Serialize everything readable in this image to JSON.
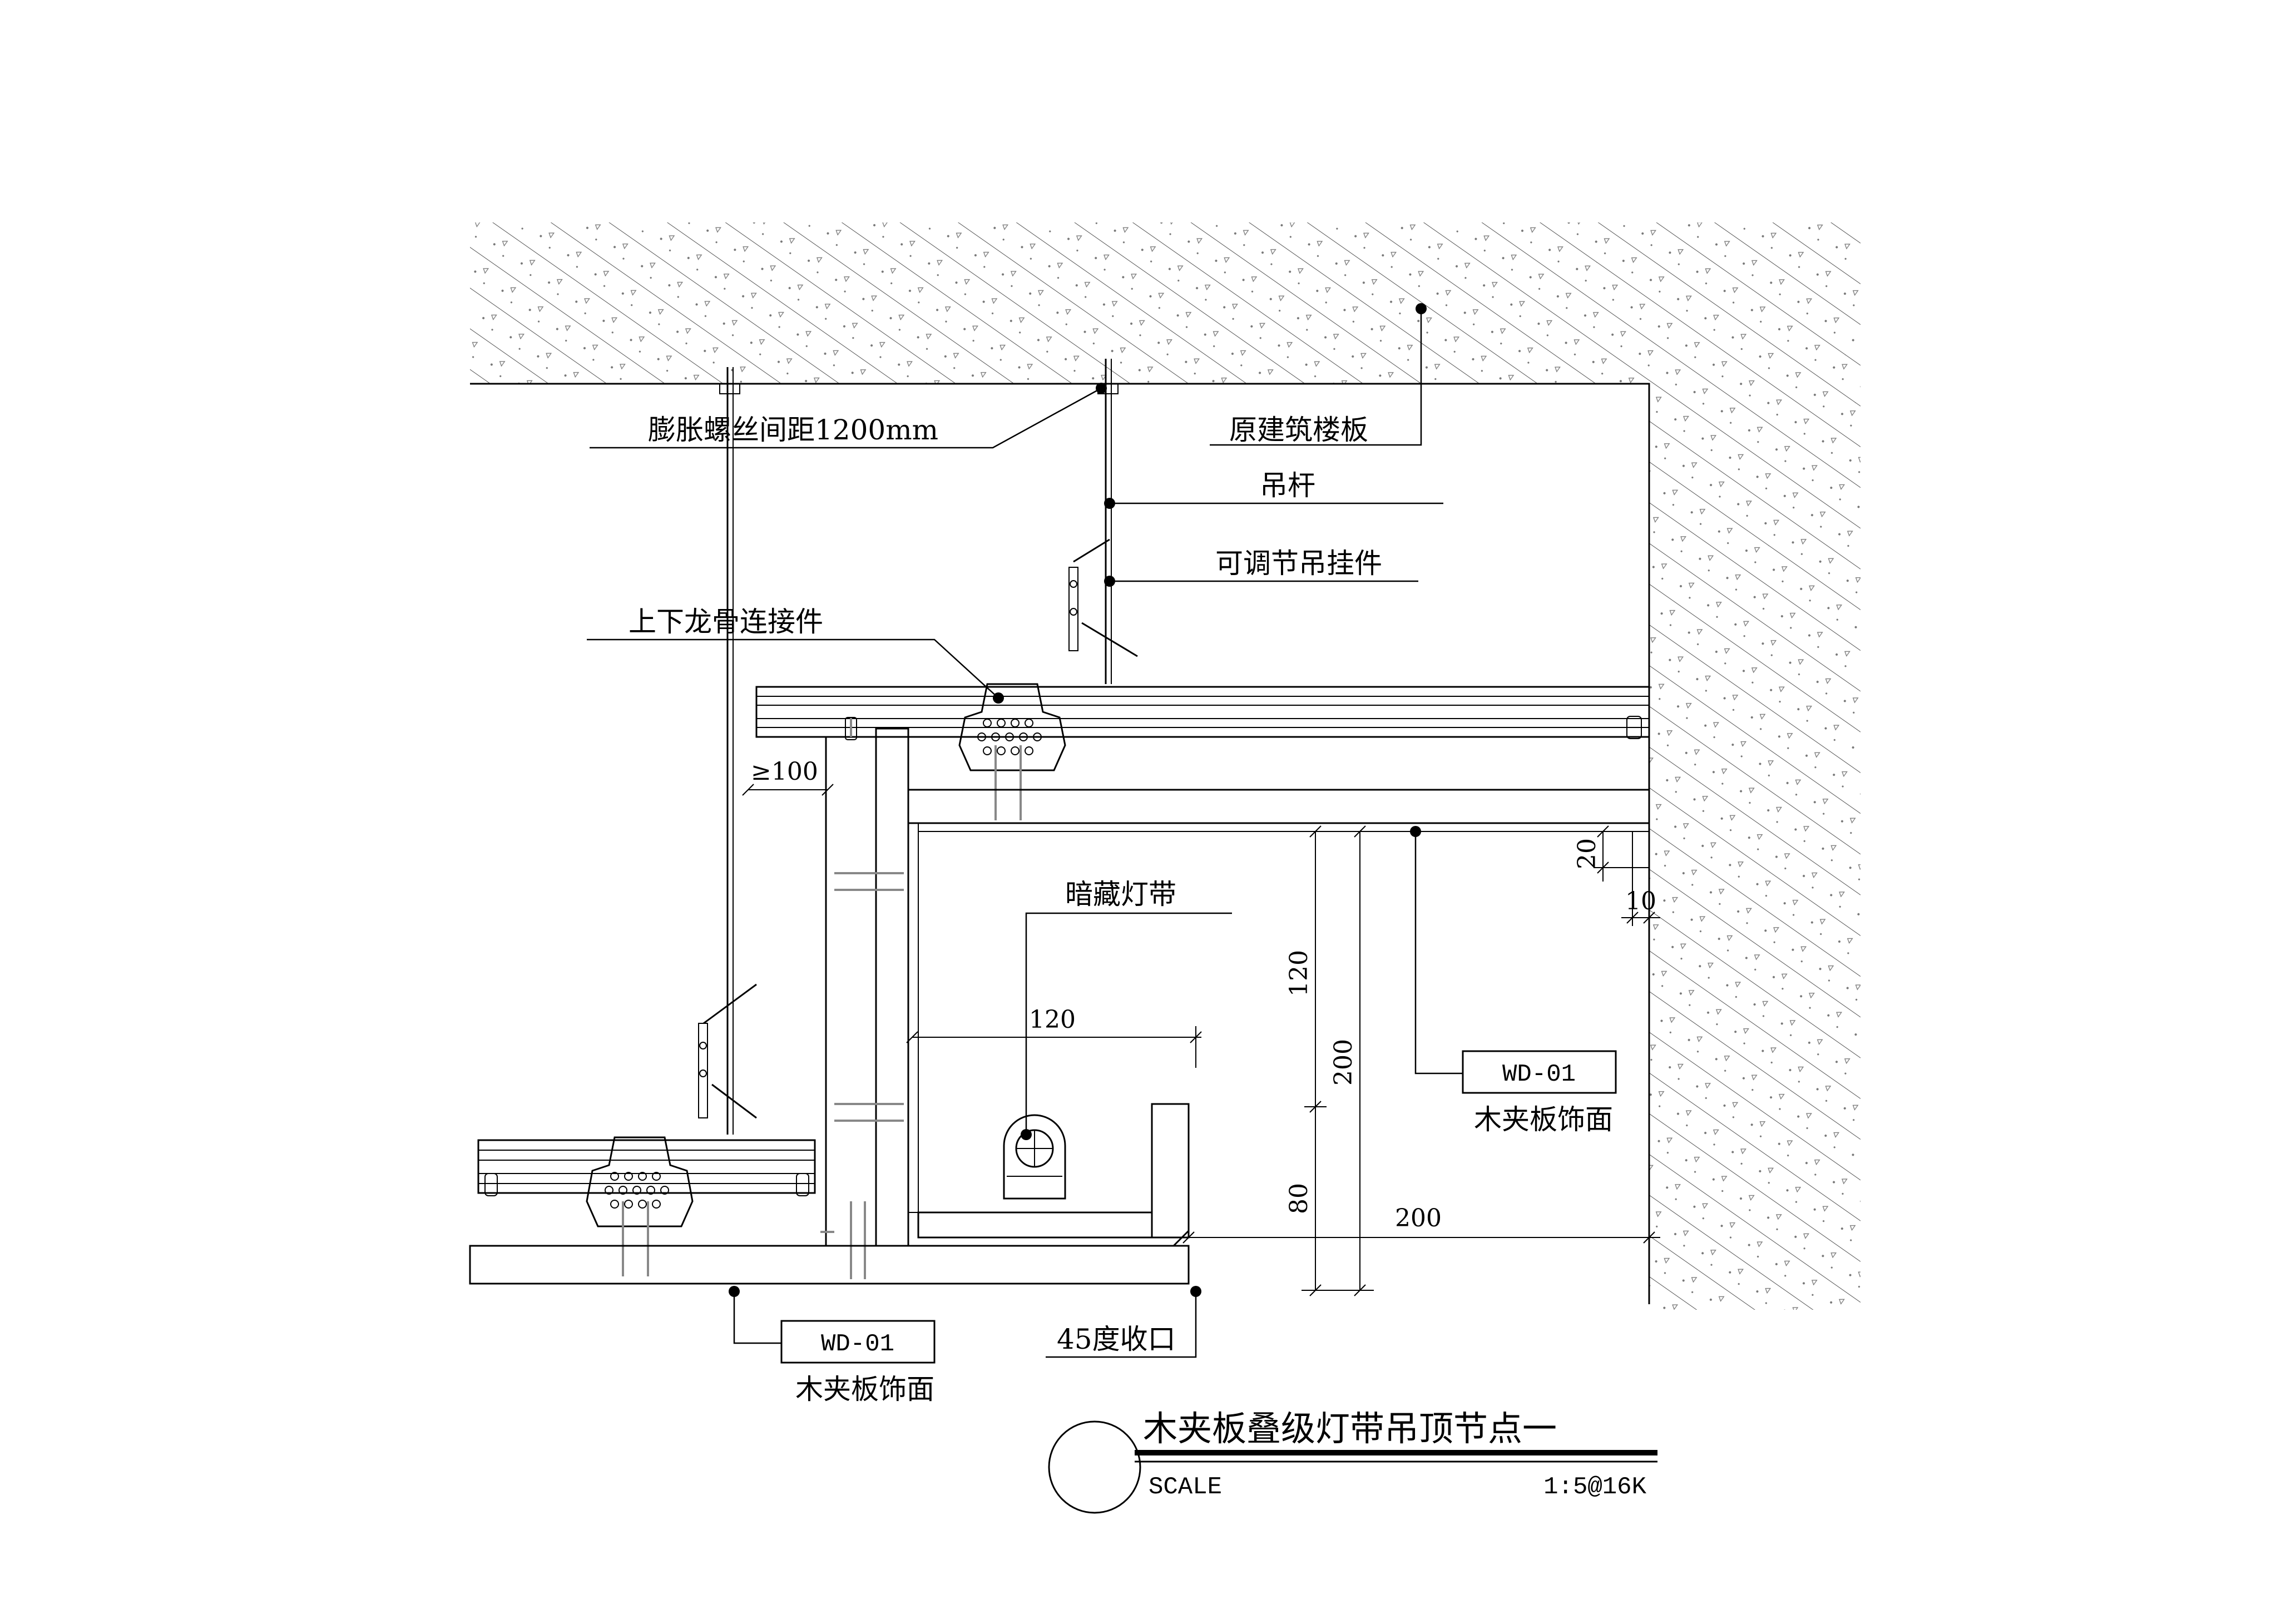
{
  "labels": {
    "expansion_bolt": "膨胀螺丝间距1200mm",
    "slab": "原建筑楼板",
    "hanger_rod": "吊杆",
    "adjustable_hanger": "可调节吊挂件",
    "keel_connector": "上下龙骨连接件",
    "hidden_light": "暗藏灯带",
    "finish_right": "木夹板饰面",
    "finish_left": "木夹板饰面",
    "corner_finish": "45度收口"
  },
  "tags": {
    "right": "WD-01",
    "left": "WD-01"
  },
  "dimensions": {
    "gap": "≥100",
    "d20": "20",
    "d10": "10",
    "cove_width": "120",
    "h120": "120",
    "h80": "80",
    "h200": "200",
    "w200": "200"
  },
  "title_block": {
    "title": "木夹板叠级灯带吊顶节点一",
    "scale_label": "SCALE",
    "scale_value": "1:5@16K"
  }
}
